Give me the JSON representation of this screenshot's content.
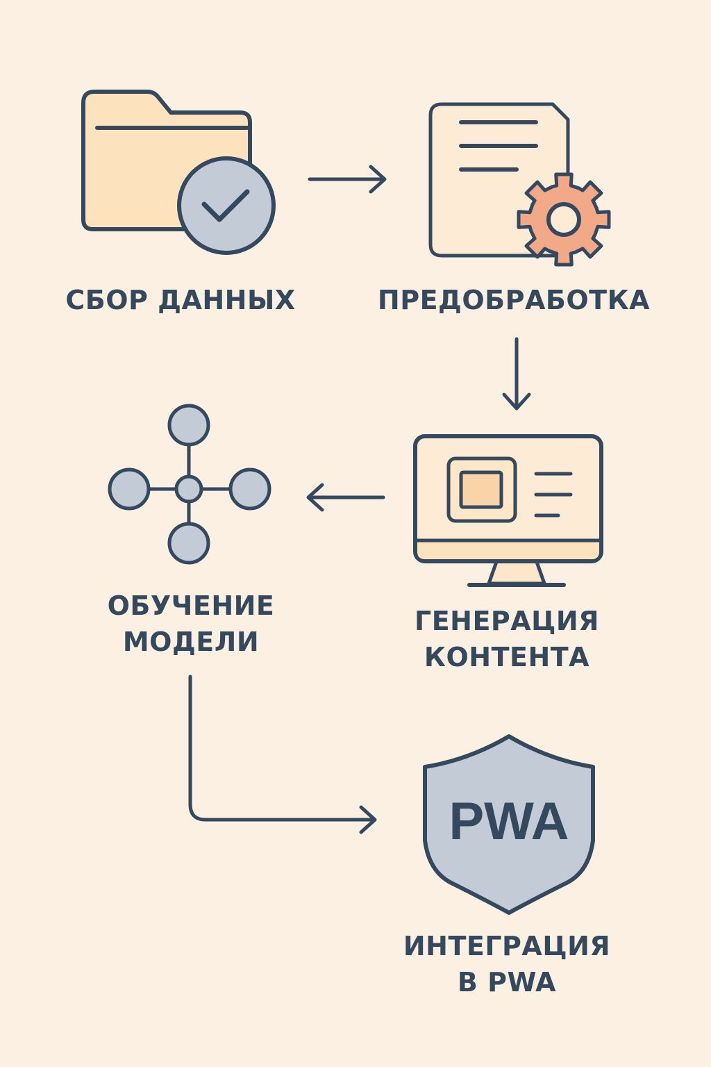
{
  "colors": {
    "background": "#fcf0e2",
    "stroke": "#34495e",
    "folder_fill": "#fde3bd",
    "document_fill": "#fdebd6",
    "gear_fill": "#f2a988",
    "node_fill": "#c3cbd6",
    "screen_fill": "#fde7c8",
    "shield_fill": "#c3cbd6"
  },
  "steps": [
    {
      "id": "collect",
      "icon": "folder-check-icon",
      "label_lines": [
        "СБОР ДАННЫХ"
      ]
    },
    {
      "id": "preprocess",
      "icon": "document-gear-icon",
      "label_lines": [
        "ПРЕДОБРАБОТКА"
      ]
    },
    {
      "id": "generate",
      "icon": "monitor-icon",
      "label_lines": [
        "ГЕНЕРАЦИЯ",
        "КОНТЕНТА"
      ]
    },
    {
      "id": "train",
      "icon": "network-nodes-icon",
      "label_lines": [
        "ОБУЧЕНИЕ",
        "МОДЕЛИ"
      ]
    },
    {
      "id": "integrate",
      "icon": "shield-pwa-icon",
      "label_lines": [
        "ИНТЕГРАЦИЯ",
        "В PWA"
      ]
    }
  ],
  "shield_text": "PWA"
}
